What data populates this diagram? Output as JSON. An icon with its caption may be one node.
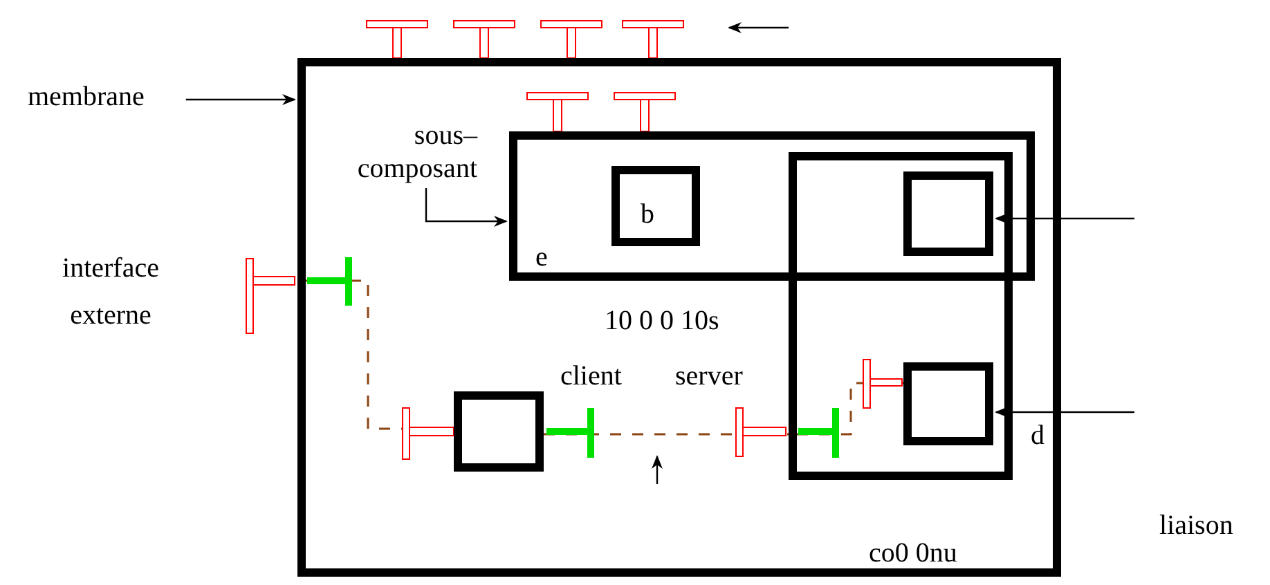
{
  "diagram": {
    "nodes": [
      {
        "text": [
          "co0 0nu"
        ]
      },
      {
        "text": [
          "e"
        ],
        "in": 0
      },
      {
        "text": [
          "b"
        ],
        "in": 1
      },
      {
        "text": [],
        "shape": "box",
        "in": 0,
        "beside": [
          "d"
        ]
      },
      {
        "text": [],
        "shape": "box"
      },
      {
        "text": [],
        "shape": "box",
        "in": 3
      },
      {
        "text": [],
        "shape": "box",
        "in": 0
      },
      {
        "text": [
          "membrane"
        ]
      },
      {
        "text": [
          "sous– composant"
        ],
        "in": 0
      }
    ],
    "edges": [
      {
        "from": 7,
        "to": 0,
        "arrow": "to"
      },
      {
        "from": 8,
        "to": 1,
        "arrow": "to"
      },
      {
        "from": null,
        "to": 4,
        "arrow": "to"
      },
      {
        "from": null,
        "to": 5,
        "arrow": "to"
      },
      {
        "from": 0,
        "to": 6,
        "arrow": "none",
        "style": "dashed",
        "color": "#8b4513"
      },
      {
        "from": 6,
        "to": 3,
        "arrow": "none",
        "style": "dashed",
        "color": "#8b4513"
      },
      {
        "from": 3,
        "to": 5,
        "arrow": "none",
        "style": "dashed",
        "color": "#8b4513"
      }
    ],
    "labels": [
      "interface externe",
      "10 0 0 10s",
      "client",
      "server",
      "liaison"
    ]
  }
}
